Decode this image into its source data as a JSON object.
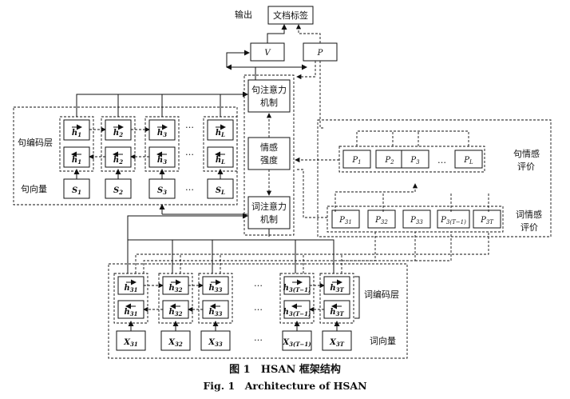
{
  "labels": {
    "output": "输出",
    "doc_label": "文档标签",
    "v": "V",
    "p": "P",
    "sent_attn": "句注意力机制",
    "sent_attn_l1": "句注意力",
    "sent_attn_l2": "机制",
    "emotion_l1": "情感",
    "emotion_l2": "强度",
    "word_attn_l1": "词注意力",
    "word_attn_l2": "机制",
    "sent_enc": "句编码层",
    "sent_vec": "句向量",
    "word_enc": "词编码层",
    "word_vec": "词向量",
    "sent_sent_l1": "句情感",
    "sent_sent_l2": "评价",
    "word_sent_l1": "词情感",
    "word_sent_l2": "评价",
    "ellipsis": "…"
  },
  "sentence_cols": [
    {
      "sub": "1"
    },
    {
      "sub": "2"
    },
    {
      "sub": "3"
    },
    {
      "sub": "L"
    }
  ],
  "word_cols": [
    {
      "sub": "31"
    },
    {
      "sub": "32"
    },
    {
      "sub": "33"
    },
    {
      "sub": "3(T−1)"
    },
    {
      "sub": "3T"
    }
  ],
  "p_sentence": [
    "1",
    "2",
    "3",
    "L"
  ],
  "p_word": [
    "31",
    "32",
    "33",
    "3(T−1)",
    "3T"
  ],
  "caption": {
    "cn": "图 1　HSAN 框架结构",
    "en": "Fig. 1　Architecture of HSAN"
  }
}
